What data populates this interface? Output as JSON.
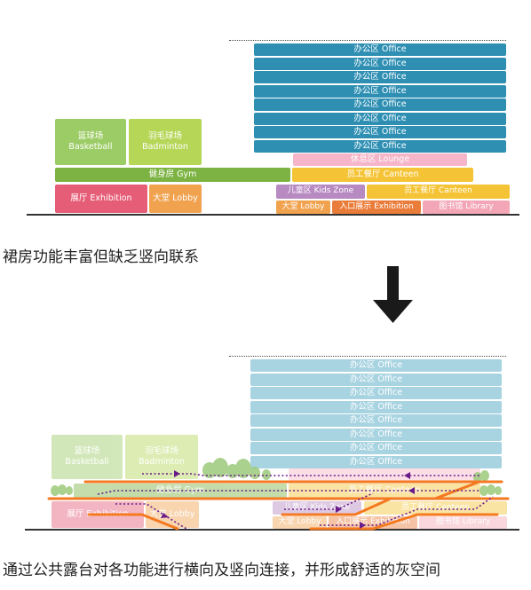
{
  "colors": {
    "office": "#2e8fb3",
    "office_light": "#a8d3e1",
    "basketball": "#9ccc65",
    "badminton": "#b5d657",
    "gym": "#7cb342",
    "exhibition": "#e55d77",
    "lobby": "#f0a24f",
    "lounge": "#f6b5c8",
    "canteen": "#f5c436",
    "kids": "#b88ac2",
    "entrance": "#ea7c3a",
    "library": "#f3a7b6",
    "terrace": "#f47920",
    "path": "#6a1b8a",
    "ground": "#333333"
  },
  "top": {
    "office_rows": [
      "办公区 Office",
      "办公区 Office",
      "办公区 Office",
      "办公区 Office",
      "办公区 Office",
      "办公区 Office",
      "办公区 Office",
      "办公区 Office"
    ],
    "lounge": "休息区 Lounge",
    "canteen_upper": "员工餐厅 Canteen",
    "gym": "健身房 Gym",
    "basketball_cn": "篮球场",
    "basketball_en": "Basketball",
    "badminton_cn": "羽毛球场",
    "badminton_en": "Badminton",
    "exhibition": "展厅 Exhibition",
    "lobby": "大堂 Lobby",
    "kids": "儿童区 Kids Zone",
    "canteen_lower": "员工餐厅 Canteen",
    "lobby2": "大堂 Lobby",
    "entrance": "入口展示 Exhibition",
    "library": "图书馆 Library"
  },
  "caption_top": "裙房功能丰富但缺乏竖向联系",
  "bottom": {
    "office_rows": [
      "办公区 Office",
      "办公区 Office",
      "办公区 Office",
      "办公区 Office",
      "办公区 Office",
      "办公区 Office",
      "办公区 Office",
      "办公区 Office"
    ],
    "basketball_cn": "篮球场",
    "basketball_en": "Basketball",
    "badminton_cn": "羽毛球场",
    "badminton_en": "Badminton",
    "gym": "健身房 Gym",
    "canteen_upper": "员工餐厅 Canteen",
    "exhibition": "展厅 Exhibition",
    "lobby": "大堂 Lobby",
    "kids": "儿童区 Kids Zone",
    "canteen_lower": "员工餐厅 Canteen",
    "lobby2": "大堂 Lobby",
    "entrance": "入口展示 Exhibition",
    "library": "图书馆 Library"
  },
  "caption_bottom": "通过公共露台对各功能进行横向及竖向连接，并形成舒适的灰空间"
}
